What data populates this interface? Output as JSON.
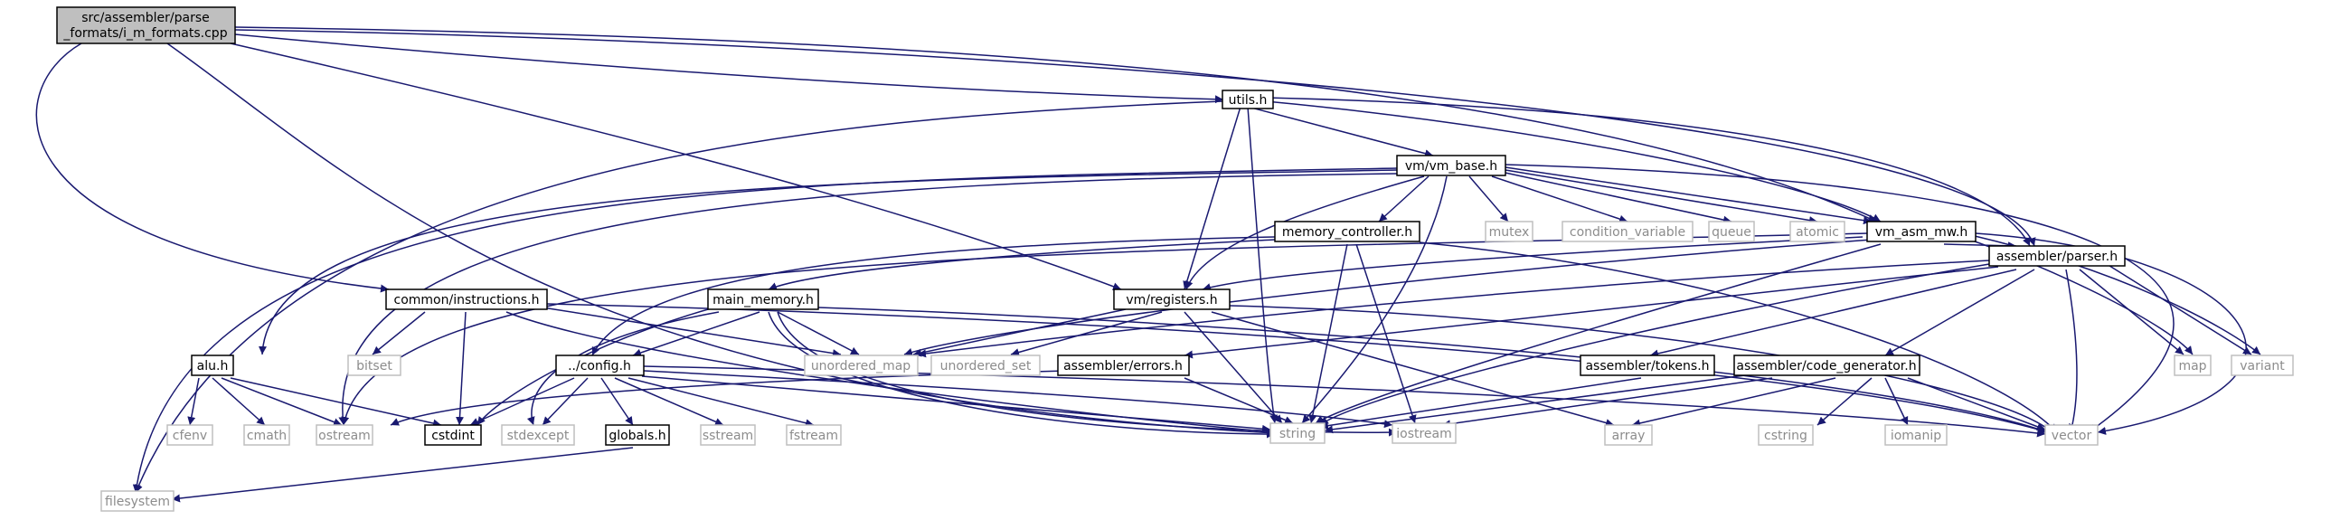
{
  "nodes": {
    "root": [
      "src/assembler/parse",
      "_formats/i_m_formats.cpp"
    ],
    "utils": "utils.h",
    "vm_base": "vm/vm_base.h",
    "memory_controller": "memory_controller.h",
    "vm_asm_mw": "vm_asm_mw.h",
    "common_instructions": "common/instructions.h",
    "main_memory": "main_memory.h",
    "vm_registers": "vm/registers.h",
    "assembler_parser": "assembler/parser.h",
    "alu": "alu.h",
    "config": "../config.h",
    "assembler_errors": "assembler/errors.h",
    "assembler_tokens": "assembler/tokens.h",
    "code_generator": "assembler/code_generator.h",
    "globals": "globals.h",
    "mutex": "mutex",
    "condition_variable": "condition_variable",
    "queue": "queue",
    "atomic": "atomic",
    "bitset": "bitset",
    "unordered_map": "unordered_map",
    "unordered_set": "unordered_set",
    "map": "map",
    "variant": "variant",
    "cfenv": "cfenv",
    "cmath": "cmath",
    "ostream": "ostream",
    "cstdint": "cstdint",
    "stdexcept": "stdexcept",
    "sstream": "sstream",
    "fstream": "fstream",
    "string": "string",
    "iostream": "iostream",
    "array": "array",
    "cstring": "cstring",
    "iomanip": "iomanip",
    "vector": "vector",
    "filesystem": "filesystem"
  },
  "colors": {
    "edge": "#191970",
    "root_fill": "#bfbfbf",
    "system_border": "#bfbfbf",
    "system_text": "#8c8c8c"
  }
}
